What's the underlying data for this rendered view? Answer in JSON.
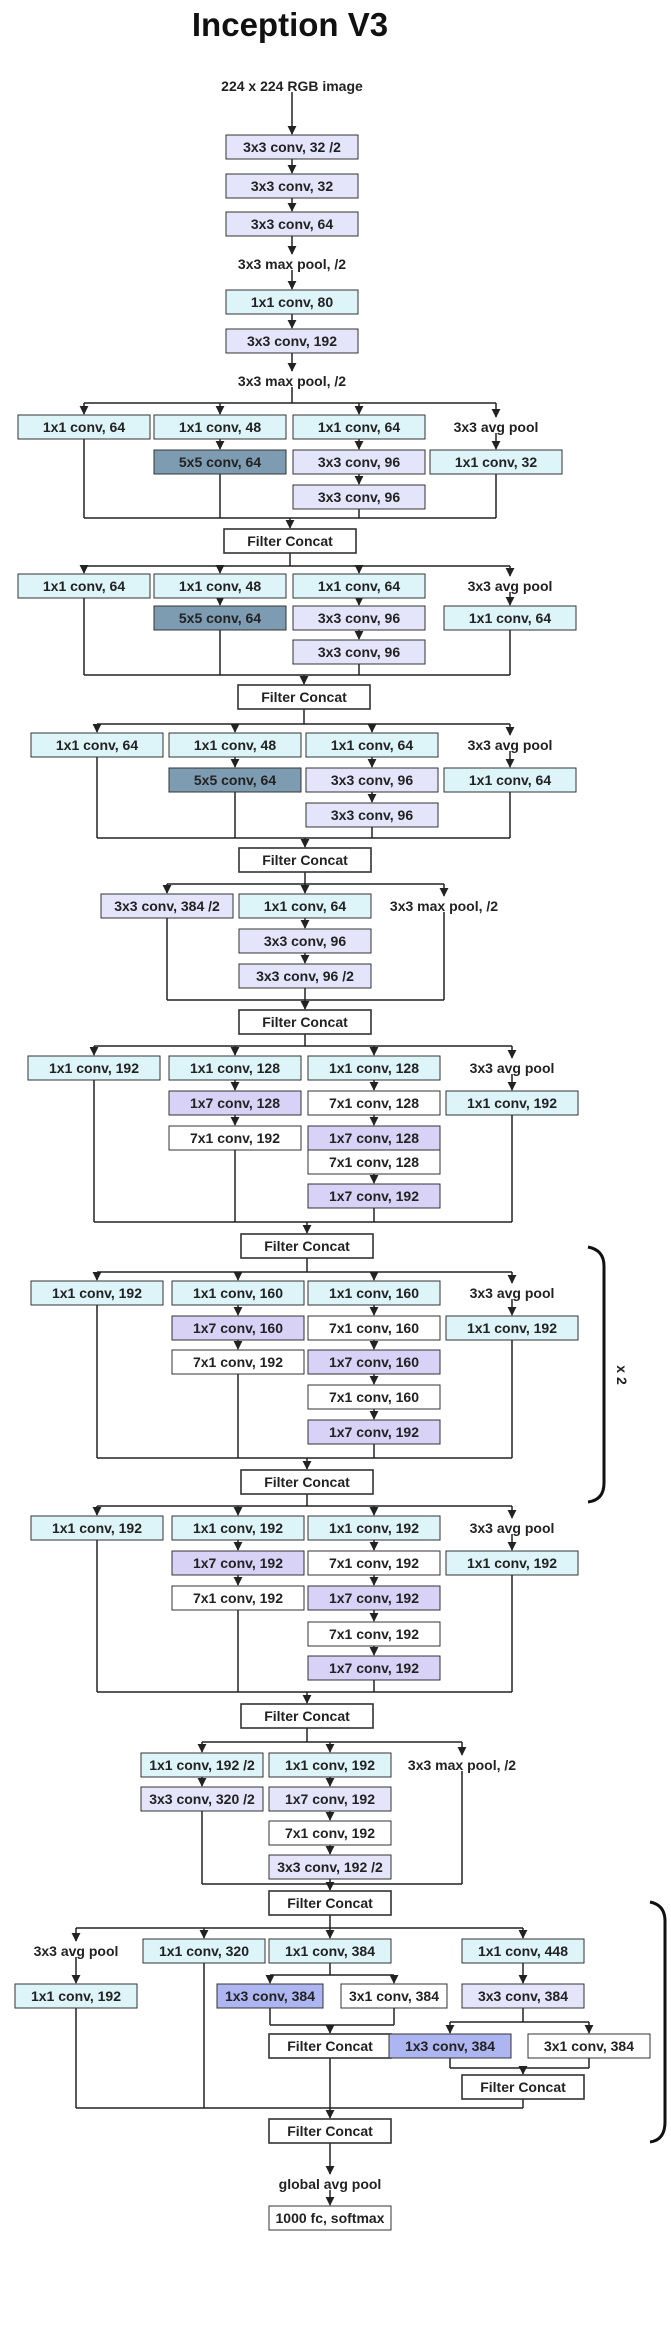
{
  "title": "Inception V3",
  "colors": {
    "light_blue": "#ddf4f9",
    "lavender": "#e4e4fa",
    "purple": "#d9d2f7",
    "dark_blue": "#7e9cb1",
    "blue": "#aeb6f2",
    "white": "#ffffff",
    "stroke": "#333333"
  },
  "nodes": [
    {
      "id": "input",
      "text": "224 x 224 RGB image",
      "style": "none"
    },
    {
      "id": "stem1",
      "text": "3x3 conv, 32 /2",
      "style": "lavender"
    },
    {
      "id": "stem2",
      "text": "3x3 conv, 32",
      "style": "lavender"
    },
    {
      "id": "stem3",
      "text": "3x3 conv, 64",
      "style": "lavender"
    },
    {
      "id": "stem_pool1",
      "text": "3x3 max pool, /2",
      "style": "none"
    },
    {
      "id": "stem4",
      "text": "1x1 conv, 80",
      "style": "light_blue"
    },
    {
      "id": "stem5",
      "text": "3x3 conv, 192",
      "style": "lavender"
    },
    {
      "id": "stem_pool2",
      "text": "3x3 max pool, /2",
      "style": "none"
    },
    {
      "id": "a1_b1",
      "text": "1x1 conv, 64",
      "style": "light_blue"
    },
    {
      "id": "a1_b2a",
      "text": "1x1 conv, 48",
      "style": "light_blue"
    },
    {
      "id": "a1_b3a",
      "text": "1x1 conv, 64",
      "style": "light_blue"
    },
    {
      "id": "a1_b4a",
      "text": "3x3 avg pool",
      "style": "none"
    },
    {
      "id": "a1_b2b",
      "text": "5x5 conv, 64",
      "style": "dark_blue"
    },
    {
      "id": "a1_b3b",
      "text": "3x3 conv, 96",
      "style": "lavender"
    },
    {
      "id": "a1_b4b",
      "text": "1x1 conv, 32",
      "style": "light_blue"
    },
    {
      "id": "a1_b3c",
      "text": "3x3 conv, 96",
      "style": "lavender"
    },
    {
      "id": "a1_fc",
      "text": "Filter Concat",
      "style": "white"
    },
    {
      "id": "a2_b1",
      "text": "1x1 conv, 64",
      "style": "light_blue"
    },
    {
      "id": "a2_b2a",
      "text": "1x1 conv, 48",
      "style": "light_blue"
    },
    {
      "id": "a2_b3a",
      "text": "1x1 conv, 64",
      "style": "light_blue"
    },
    {
      "id": "a2_b4a",
      "text": "3x3 avg pool",
      "style": "none"
    },
    {
      "id": "a2_b2b",
      "text": "5x5 conv, 64",
      "style": "dark_blue"
    },
    {
      "id": "a2_b3b",
      "text": "3x3 conv, 96",
      "style": "lavender"
    },
    {
      "id": "a2_b4b",
      "text": "1x1 conv, 64",
      "style": "light_blue"
    },
    {
      "id": "a2_b3c",
      "text": "3x3 conv, 96",
      "style": "lavender"
    },
    {
      "id": "a2_fc",
      "text": "Filter Concat",
      "style": "white"
    },
    {
      "id": "a3_b1",
      "text": "1x1 conv, 64",
      "style": "light_blue"
    },
    {
      "id": "a3_b2a",
      "text": "1x1 conv, 48",
      "style": "light_blue"
    },
    {
      "id": "a3_b3a",
      "text": "1x1 conv, 64",
      "style": "light_blue"
    },
    {
      "id": "a3_b4a",
      "text": "3x3 avg pool",
      "style": "none"
    },
    {
      "id": "a3_b2b",
      "text": "5x5 conv, 64",
      "style": "dark_blue"
    },
    {
      "id": "a3_b3b",
      "text": "3x3 conv, 96",
      "style": "lavender"
    },
    {
      "id": "a3_b4b",
      "text": "1x1 conv, 64",
      "style": "light_blue"
    },
    {
      "id": "a3_b3c",
      "text": "3x3 conv, 96",
      "style": "lavender"
    },
    {
      "id": "a3_fc",
      "text": "Filter Concat",
      "style": "white"
    },
    {
      "id": "r1_b1",
      "text": "3x3 conv, 384 /2",
      "style": "lavender"
    },
    {
      "id": "r1_b2a",
      "text": "1x1 conv, 64",
      "style": "light_blue"
    },
    {
      "id": "r1_b3",
      "text": "3x3 max pool, /2",
      "style": "none"
    },
    {
      "id": "r1_b2b",
      "text": "3x3 conv, 96",
      "style": "lavender"
    },
    {
      "id": "r1_b2c",
      "text": "3x3 conv, 96 /2",
      "style": "lavender"
    },
    {
      "id": "r1_fc",
      "text": "Filter Concat",
      "style": "white"
    },
    {
      "id": "b1_b1",
      "text": "1x1 conv, 192",
      "style": "light_blue"
    },
    {
      "id": "b1_b2a",
      "text": "1x1 conv, 128",
      "style": "light_blue"
    },
    {
      "id": "b1_b3a",
      "text": "1x1 conv, 128",
      "style": "light_blue"
    },
    {
      "id": "b1_b4a",
      "text": "3x3 avg pool",
      "style": "none"
    },
    {
      "id": "b1_b2b",
      "text": "1x7 conv, 128",
      "style": "purple"
    },
    {
      "id": "b1_b3b",
      "text": "7x1 conv, 128",
      "style": "white"
    },
    {
      "id": "b1_b4b",
      "text": "1x1 conv, 192",
      "style": "light_blue"
    },
    {
      "id": "b1_b2c",
      "text": "7x1 conv, 192",
      "style": "white"
    },
    {
      "id": "b1_b3c",
      "text": "1x7 conv, 128",
      "style": "purple"
    },
    {
      "id": "b1_b3d",
      "text": "7x1 conv, 128",
      "style": "white"
    },
    {
      "id": "b1_b3e",
      "text": "1x7 conv, 192",
      "style": "purple"
    },
    {
      "id": "b1_fc",
      "text": "Filter Concat",
      "style": "white"
    },
    {
      "id": "b2_b1",
      "text": "1x1 conv, 192",
      "style": "light_blue"
    },
    {
      "id": "b2_b2a",
      "text": "1x1 conv, 160",
      "style": "light_blue"
    },
    {
      "id": "b2_b3a",
      "text": "1x1 conv, 160",
      "style": "light_blue"
    },
    {
      "id": "b2_b4a",
      "text": "3x3 avg pool",
      "style": "none"
    },
    {
      "id": "b2_b2b",
      "text": "1x7 conv, 160",
      "style": "purple"
    },
    {
      "id": "b2_b3b",
      "text": "7x1 conv, 160",
      "style": "white"
    },
    {
      "id": "b2_b4b",
      "text": "1x1 conv, 192",
      "style": "light_blue"
    },
    {
      "id": "b2_b2c",
      "text": "7x1 conv, 192",
      "style": "white"
    },
    {
      "id": "b2_b3c",
      "text": "1x7 conv, 160",
      "style": "purple"
    },
    {
      "id": "b2_b3d",
      "text": "7x1 conv, 160",
      "style": "white"
    },
    {
      "id": "b2_b3e",
      "text": "1x7 conv, 192",
      "style": "purple"
    },
    {
      "id": "b2_fc",
      "text": "Filter Concat",
      "style": "white"
    },
    {
      "id": "b3_b1",
      "text": "1x1 conv, 192",
      "style": "light_blue"
    },
    {
      "id": "b3_b2a",
      "text": "1x1 conv, 192",
      "style": "light_blue"
    },
    {
      "id": "b3_b3a",
      "text": "1x1 conv, 192",
      "style": "light_blue"
    },
    {
      "id": "b3_b4a",
      "text": "3x3 avg pool",
      "style": "none"
    },
    {
      "id": "b3_b2b",
      "text": "1x7 conv, 192",
      "style": "purple"
    },
    {
      "id": "b3_b3b",
      "text": "7x1 conv, 192",
      "style": "white"
    },
    {
      "id": "b3_b4b",
      "text": "1x1 conv, 192",
      "style": "light_blue"
    },
    {
      "id": "b3_b2c",
      "text": "7x1 conv, 192",
      "style": "white"
    },
    {
      "id": "b3_b3c",
      "text": "1x7 conv, 192",
      "style": "purple"
    },
    {
      "id": "b3_b3d",
      "text": "7x1 conv, 192",
      "style": "white"
    },
    {
      "id": "b3_b3e",
      "text": "1x7 conv, 192",
      "style": "purple"
    },
    {
      "id": "b3_fc",
      "text": "Filter Concat",
      "style": "white"
    },
    {
      "id": "r2_b1a",
      "text": "1x1 conv, 192 /2",
      "style": "light_blue"
    },
    {
      "id": "r2_b2a",
      "text": "1x1 conv, 192",
      "style": "light_blue"
    },
    {
      "id": "r2_b3",
      "text": "3x3 max pool, /2",
      "style": "none"
    },
    {
      "id": "r2_b1b",
      "text": "3x3 conv, 320 /2",
      "style": "lavender"
    },
    {
      "id": "r2_b2b",
      "text": "1x7 conv, 192",
      "style": "lavender"
    },
    {
      "id": "r2_b2c",
      "text": "7x1 conv, 192",
      "style": "white"
    },
    {
      "id": "r2_b2d",
      "text": "3x3 conv, 192 /2",
      "style": "lavender"
    },
    {
      "id": "r2_fc",
      "text": "Filter Concat",
      "style": "white"
    },
    {
      "id": "c_b1a",
      "text": "3x3 avg pool",
      "style": "none"
    },
    {
      "id": "c_b2",
      "text": "1x1 conv, 320",
      "style": "light_blue"
    },
    {
      "id": "c_b3a",
      "text": "1x1 conv, 384",
      "style": "light_blue"
    },
    {
      "id": "c_b4a",
      "text": "1x1 conv, 448",
      "style": "light_blue"
    },
    {
      "id": "c_b1b",
      "text": "1x1 conv, 192",
      "style": "light_blue"
    },
    {
      "id": "c_b3b",
      "text": "1x3 conv, 384",
      "style": "blue"
    },
    {
      "id": "c_b3c",
      "text": "3x1 conv, 384",
      "style": "white"
    },
    {
      "id": "c_b4b",
      "text": "3x3 conv, 384",
      "style": "lavender"
    },
    {
      "id": "c_fc_inner1",
      "text": "Filter Concat",
      "style": "white"
    },
    {
      "id": "c_b4c",
      "text": "1x3 conv, 384",
      "style": "blue"
    },
    {
      "id": "c_b4d",
      "text": "3x1 conv, 384",
      "style": "white"
    },
    {
      "id": "c_fc_inner2",
      "text": "Filter Concat",
      "style": "white"
    },
    {
      "id": "c_fc",
      "text": "Filter Concat",
      "style": "white"
    },
    {
      "id": "gap",
      "text": "global avg pool",
      "style": "none"
    },
    {
      "id": "fc",
      "text": "1000 fc, softmax",
      "style": "white"
    }
  ],
  "repeat_label": "x 2"
}
